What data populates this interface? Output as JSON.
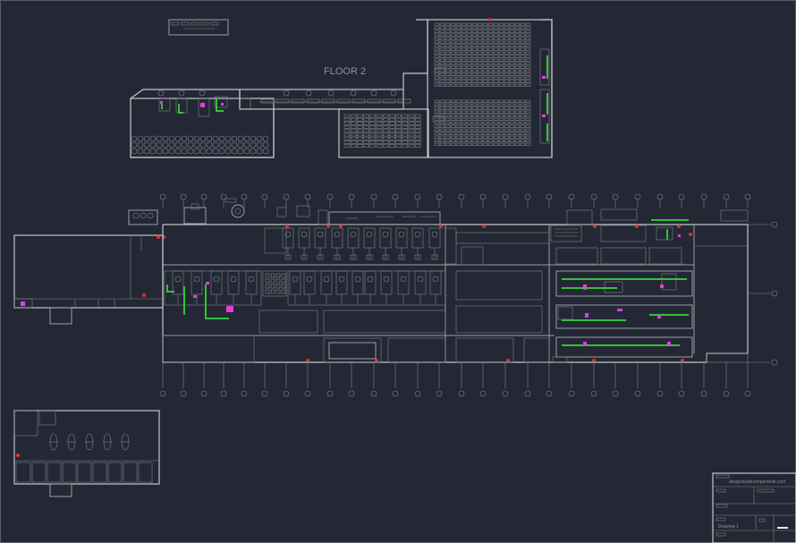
{
  "floor2_label": "FLOOR 2",
  "title_block": {
    "url": "designscadcomponents.com",
    "drawing_id": "Drawing-1"
  },
  "colors": {
    "background": "#232834",
    "line": "#9aa0a8",
    "green": "#33c23a",
    "magenta": "#e03fe0",
    "red": "#e53030"
  }
}
